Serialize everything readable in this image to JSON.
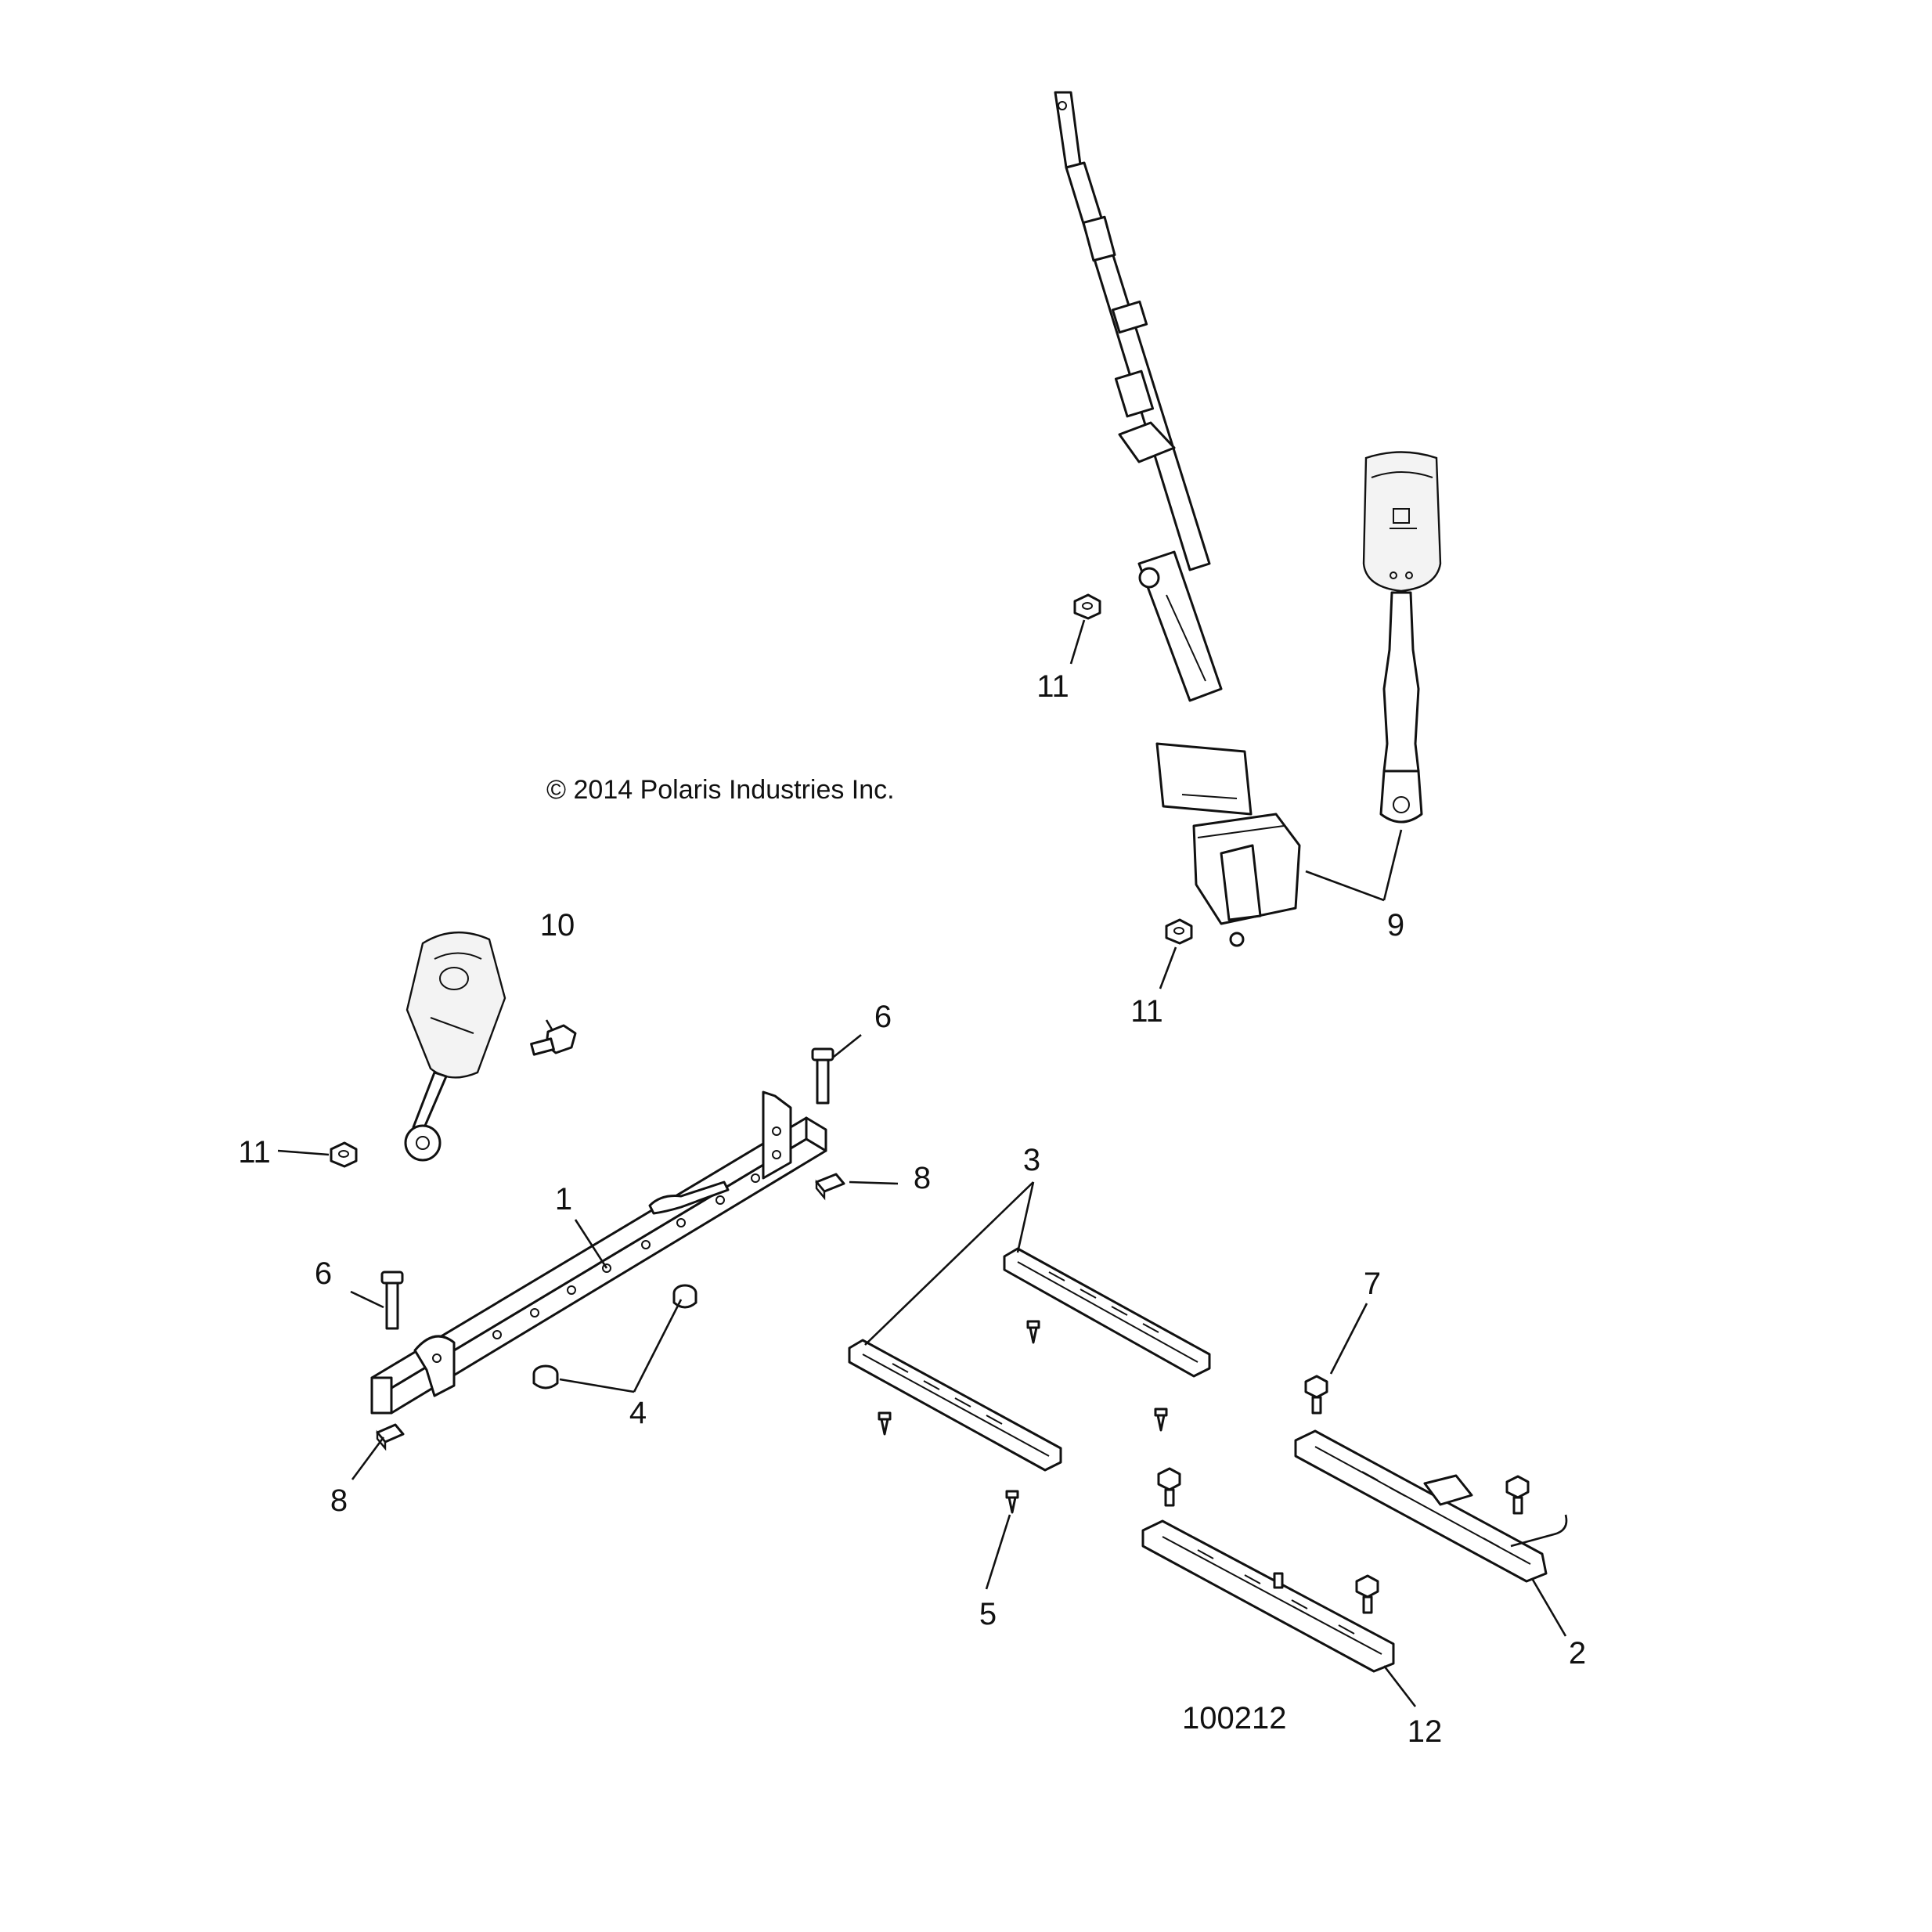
{
  "copyright": "© 2014 Polaris Industries Inc.",
  "figure_id": "100212",
  "callouts": [
    {
      "key": "c1",
      "text": "1"
    },
    {
      "key": "c2",
      "text": "2"
    },
    {
      "key": "c3",
      "text": "3"
    },
    {
      "key": "c4",
      "text": "4"
    },
    {
      "key": "c5",
      "text": "5"
    },
    {
      "key": "c6a",
      "text": "6"
    },
    {
      "key": "c6b",
      "text": "6"
    },
    {
      "key": "c7",
      "text": "7"
    },
    {
      "key": "c8a",
      "text": "8"
    },
    {
      "key": "c8b",
      "text": "8"
    },
    {
      "key": "c9",
      "text": "9"
    },
    {
      "key": "c10",
      "text": "10"
    },
    {
      "key": "c11a",
      "text": "11"
    },
    {
      "key": "c11b",
      "text": "11"
    },
    {
      "key": "c11c",
      "text": "11"
    },
    {
      "key": "c12",
      "text": "12"
    }
  ]
}
